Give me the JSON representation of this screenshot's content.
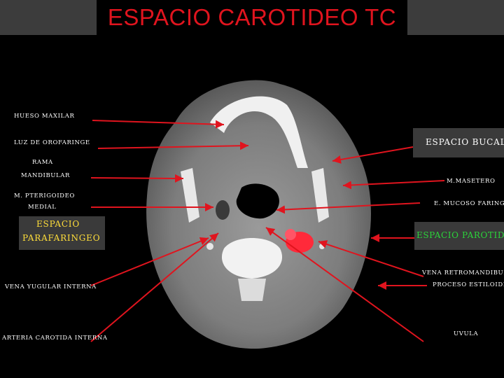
{
  "title": "ESPACIO CAROTIDEO TC",
  "labels": {
    "hueso_maxilar": "HUESO MAXILAR",
    "luz_orofaringe": "LUZ DE OROFARINGE",
    "rama": "RAMA",
    "mandibular": "MANDIBULAR",
    "m_pterigoideo": "M. PTERIGOIDEO",
    "medial": "MEDIAL",
    "espacio_parafaringeo_1": "ESPACIO",
    "espacio_parafaringeo_2": "PARAFARINGEO",
    "vena_yugular": "VENA YUGULAR INTERNA",
    "arteria_carotida": "ARTERIA CAROTIDA INTERNA",
    "espacio_bucal": "ESPACIO BUCAL",
    "m_masetero": "M.MASETERO",
    "e_mucoso": "E. MUCOSO FARINGEO",
    "espacio_parotideo": "ESPACIO PAROTIDEO",
    "vena_retromandibular": "VENA RETROMANDIBULAR",
    "proceso_estiloides": "PROCESO ESTILOIDES",
    "uvula": "UVULA"
  },
  "colors": {
    "title": "#e0141e",
    "arrow": "#e0141e",
    "parafaringeo": "#ffde3a",
    "parotideo": "#2bd43a",
    "highlight": "#ff2a3a"
  }
}
